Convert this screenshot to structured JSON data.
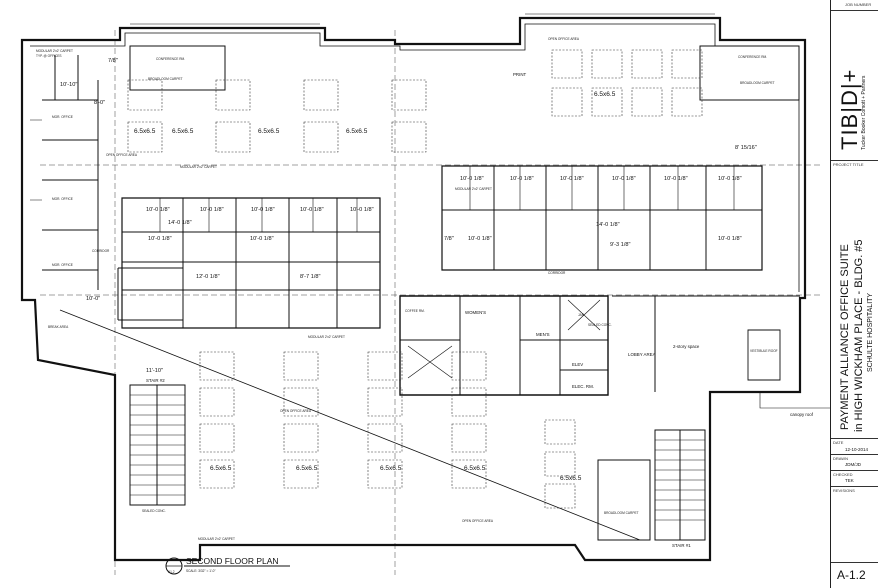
{
  "sheet": {
    "title_main": "PAYMENT ALLIANCE OFFICE SUITE",
    "title_sub": "in HIGH WICKHAM PLACE - BLDG. #5",
    "client": "SCHULTE HOSPITALITY",
    "firm_logo": "TIB|D|+",
    "firm_name": "Tucker Booker Comott + Partners",
    "job_number_label": "JOB NUMBER",
    "project_title_label": "PROJECT TITLE",
    "date_label": "DATE",
    "date": "12-10-2014",
    "drawn_label": "DRAWN",
    "drawn": "JDM/JD",
    "checked_label": "CHECKED",
    "checked": "TEK",
    "revisions_label": "REVISIONS",
    "sheet_number": "A-1.2"
  },
  "drawing": {
    "title": "SECOND FLOOR PLAN",
    "scale": "SCALE: 3/32\" = 1'-0\"",
    "north_tag": "A1.2"
  },
  "labels": {
    "print": "PRINT",
    "women": "WOMEN'S",
    "men": "MEN'S",
    "elev": "ELEV",
    "elec_rm": "ELEC. RM.",
    "janitor": "JAN",
    "lobby": "LOBBY AREA",
    "two_story": "2-story space",
    "vestibule": "VESTIBULE ROOF",
    "canopy_roof": "canopy roof",
    "break_area": "BREAK AREA",
    "stair1": "STAIR #1",
    "stair2": "STAIR #2",
    "corridor": "CORRIDOR",
    "mgr_office": "MGR. OFFICE",
    "conference": "CONFERENCE RM.",
    "open_office": "OPEN OFFICE AREA",
    "modular_carpet": "MODULAR 2'x2' CARPET",
    "typ_offices": "TYP. @ OFFICES",
    "broadloom": "BROADLOOM CARPET",
    "coffee_rm": "COFFEE RM.",
    "sealed_conc": "SEALED CONC."
  },
  "dims": {
    "workstation": "6.5x6.5",
    "office_width": "10'-0 1/8\"",
    "depth_a": "14'-0 1/8\"",
    "ten_ten": "10'-10\"",
    "eight_zero": "8'-0\"",
    "eleven_ten": "11'-10\"",
    "eight_fifteen": "8' 15/16\"",
    "seven_eighths": "7/8\"",
    "twelve_zero": "12'-0 1/8\"",
    "eight_seven": "8'-7 1/8\"",
    "nine_three": "9'-3 1/8\"",
    "ten_zero_s": "10'-0\""
  }
}
